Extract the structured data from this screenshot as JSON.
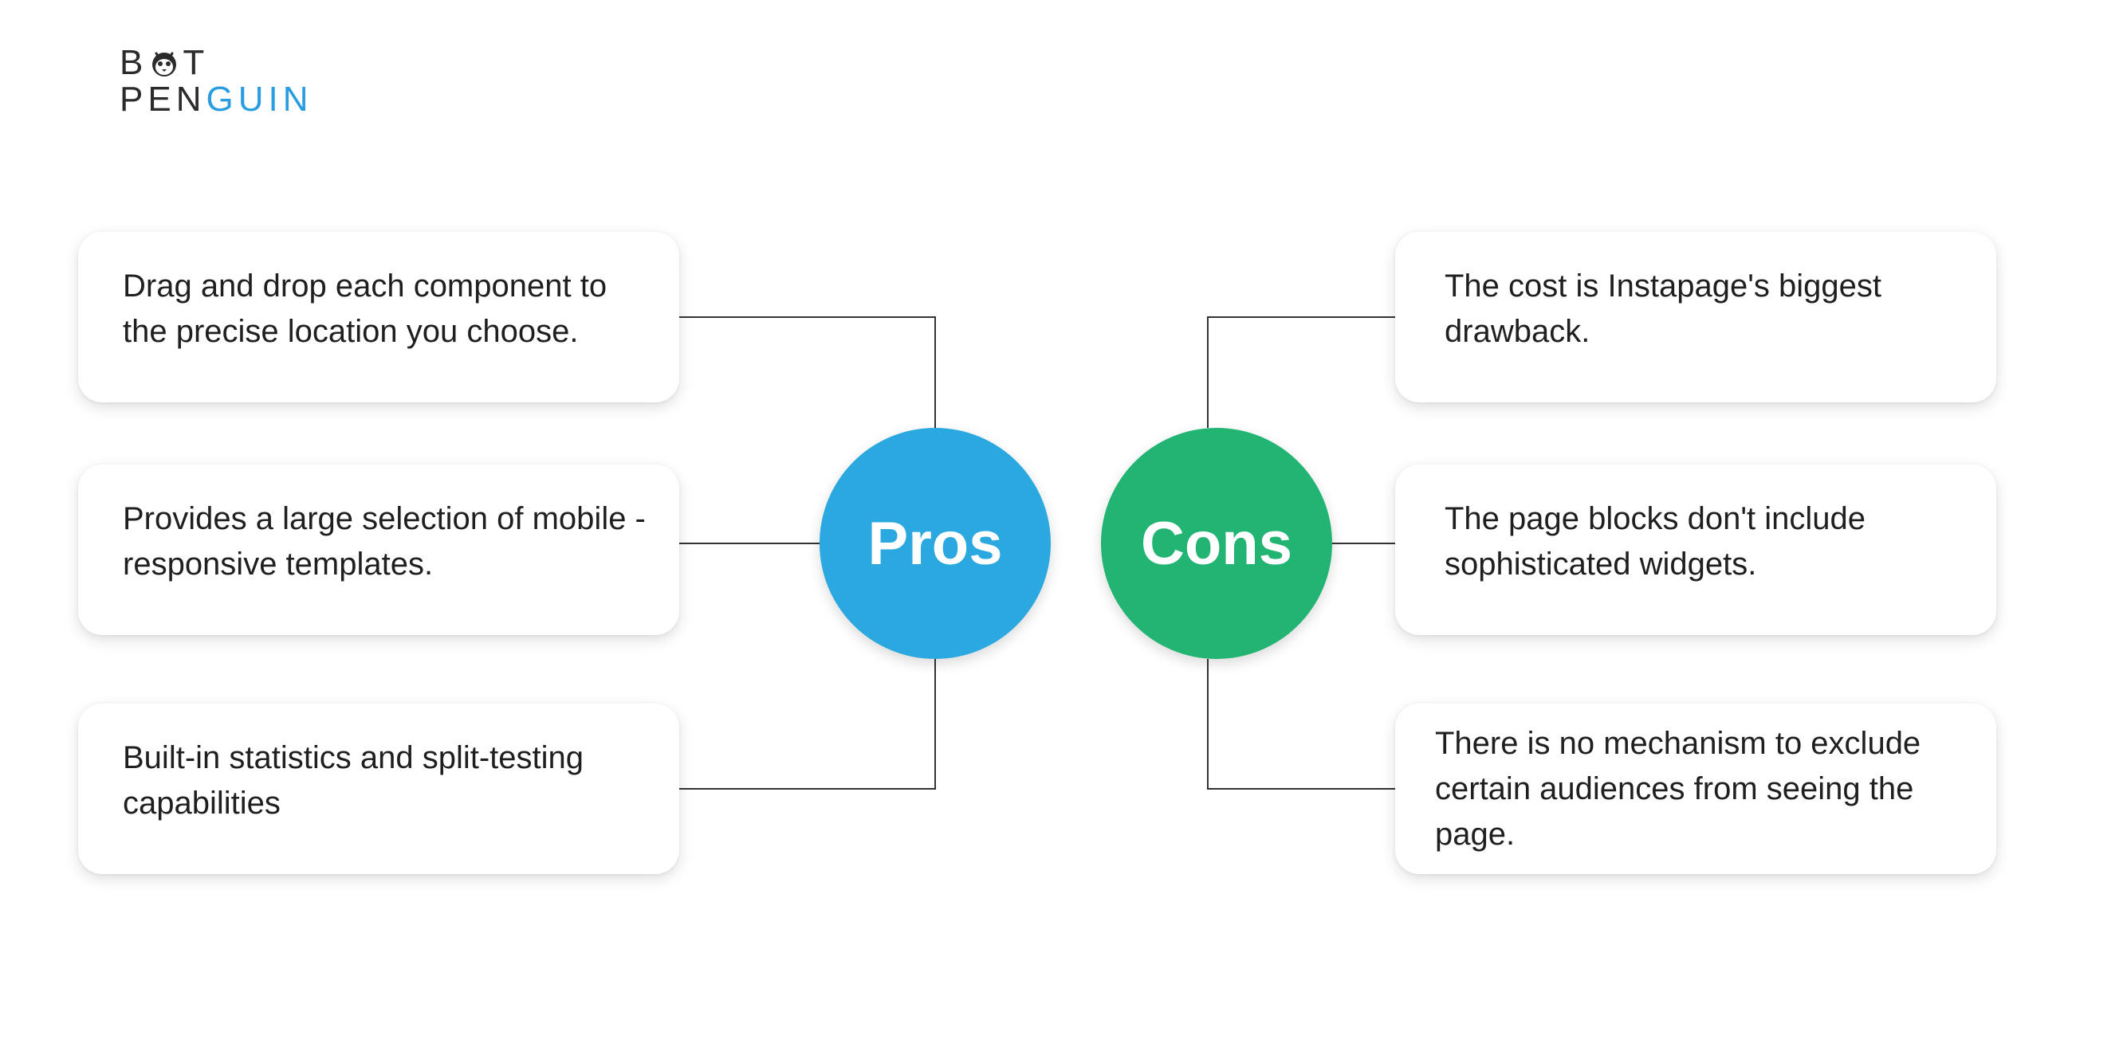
{
  "logo": {
    "line1_prefix": "B",
    "line1_suffix": "T",
    "line2_dark": "PEN",
    "line2_accent": "GUIN"
  },
  "colors": {
    "pros": "#2ba8e0",
    "cons": "#22b472",
    "logo_accent": "#2a9de0",
    "connector": "#333333"
  },
  "pros": {
    "label": "Pros",
    "items": [
      "Drag and drop each component to the precise location you choose.",
      "Provides a large selection of mobile -responsive templates.",
      "Built-in statistics and split-testing capabilities"
    ]
  },
  "cons": {
    "label": "Cons",
    "items": [
      "The cost is Instapage's biggest drawback.",
      "The page blocks don't include sophisticated widgets.",
      "There is no mechanism to exclude certain audiences from seeing the page."
    ]
  }
}
